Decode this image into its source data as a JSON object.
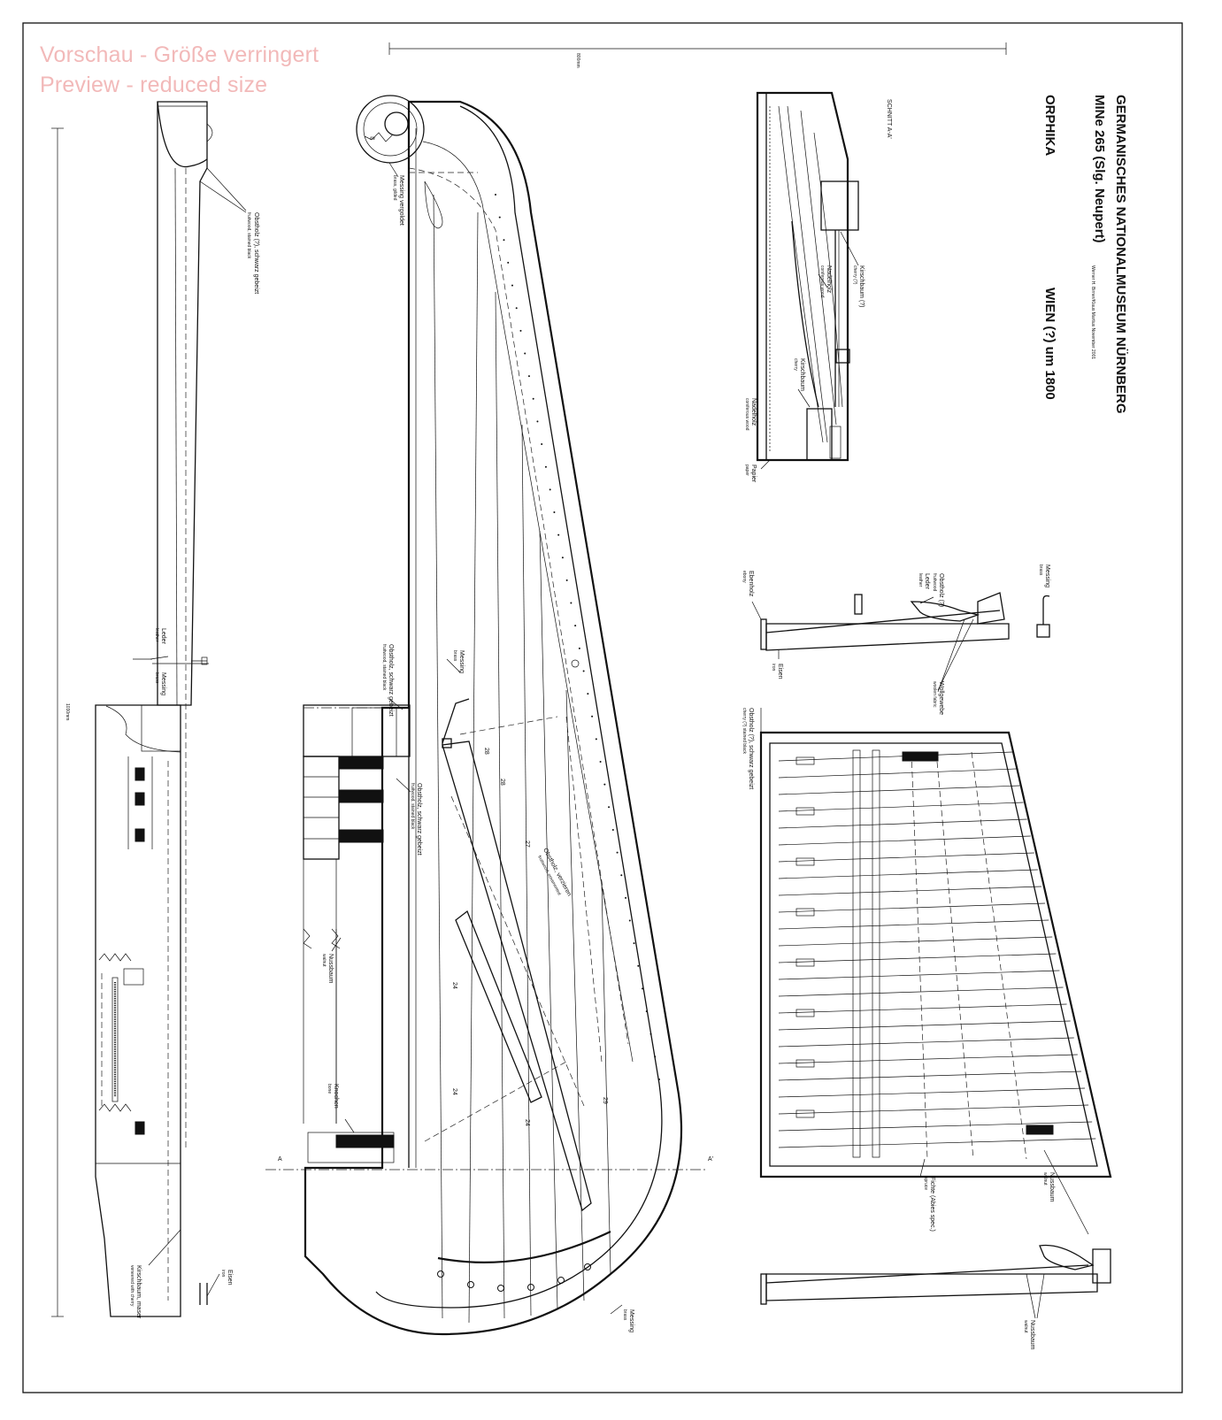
{
  "watermark": {
    "line1": "Vorschau - Größe verringert",
    "line2": "Preview - reduced size"
  },
  "title_block": {
    "museum": "GERMANISCHES NATIONALMUSEUM NÜRNBERG",
    "inventory": "MINe 265  (Slg. Neupert)",
    "authors": "Werner H. Birner/Klaus Martius  November 2001",
    "instrument": "ORPHIKA",
    "origin": "WIEN (?) um 1800"
  },
  "dimensions": {
    "top": "800mm",
    "left": "1030mm"
  },
  "section": {
    "title": "SCHNITT A-A'",
    "marker_left": "A",
    "marker_right": "A'"
  },
  "string_numbers": [
    "28",
    "28",
    "27",
    "24",
    "24",
    "24",
    "29"
  ],
  "annotations": {
    "side_obstholz": [
      "Obstholz (?), schwarz gebeizt",
      "fruitwood, stained black"
    ],
    "side_leder": [
      "Leder",
      "leather"
    ],
    "side_messing": [
      "Messing",
      "brass"
    ],
    "side_kirsch": [
      "Kirschbaum, maser",
      "veneered with cherry"
    ],
    "side_eisen": [
      "Eisen",
      "iron"
    ],
    "plan_messing_top": [
      "Messing vergoldet",
      "brass, gilded"
    ],
    "plan_messing_mid": [
      "Messing",
      "brass"
    ],
    "plan_obst_black": [
      "Obstholz, schwarz gebeizt",
      "fruitwood, stained black"
    ],
    "plan_obst_keys": [
      "Obstholz, schwarz gebeizt",
      "fruitwood, stained black"
    ],
    "plan_obst_diag": [
      "Obstholz, verzieren",
      "fruitwood, ornamented"
    ],
    "plan_nussbaum": [
      "Nussbaum",
      "walnut"
    ],
    "plan_knochen": [
      "Knochen",
      "bone"
    ],
    "plan_messing_bottom": [
      "Messing",
      "brass"
    ],
    "sec_kirsch1": [
      "Kirschbaum (?)",
      "cherry (?)"
    ],
    "sec_nadel1": [
      "Nadelholz",
      "coniferous wood"
    ],
    "sec_kirsch2": [
      "Kirschbaum",
      "cherry"
    ],
    "sec_nadel2": [
      "Nadelholz",
      "coniferous wood"
    ],
    "sec_papier": [
      "Papier",
      "paper"
    ],
    "act_messing": [
      "Messing",
      "brass"
    ],
    "act_obst": [
      "Obstholz (?)",
      "fruitwood"
    ],
    "act_leder": [
      "Leder",
      "leather"
    ],
    "act_ebenholz": [
      "Ebenholz",
      "ebony"
    ],
    "act_eisen": [
      "Eisen",
      "iron"
    ],
    "act_wolle": [
      "Wollgewebe",
      "woolen fabric"
    ],
    "kb_obst": [
      "Obstholz (?), schwarz gebeizt",
      "cherry (?) stained black"
    ],
    "kb_fichte": [
      "Fichte (Abies spec.)",
      "spruce"
    ],
    "kb_nussbaum": [
      "Nussbaum",
      "walnut"
    ],
    "act2_nussbaum": [
      "Nussbaum",
      "walnut"
    ]
  }
}
